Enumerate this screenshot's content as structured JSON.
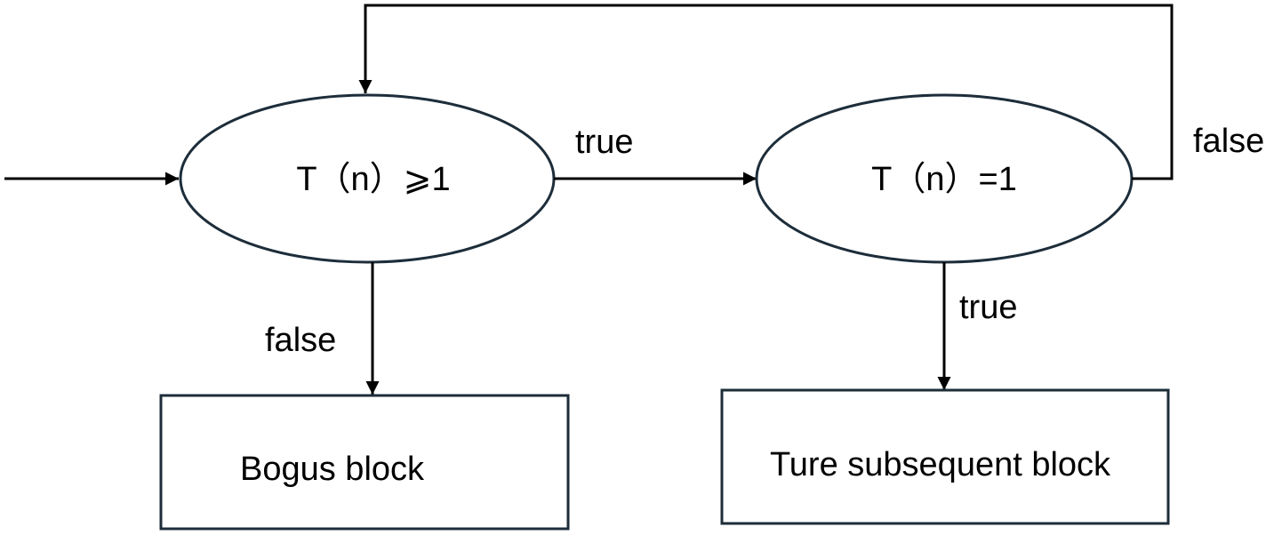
{
  "nodes": {
    "condition_ge": {
      "label": "T（n）⩾1"
    },
    "condition_eq": {
      "label": "T（n）=1"
    },
    "bogus_block": {
      "label": "Bogus block"
    },
    "true_block": {
      "label": "Ture subsequent block"
    }
  },
  "edges": {
    "ge_to_eq": {
      "label": "true"
    },
    "ge_to_bogus": {
      "label": "false"
    },
    "eq_to_true_block": {
      "label": "true"
    },
    "eq_loop_back": {
      "label": "false"
    }
  },
  "colors": {
    "shape_stroke": "#1d2d3a",
    "edge_stroke": "#000000"
  }
}
